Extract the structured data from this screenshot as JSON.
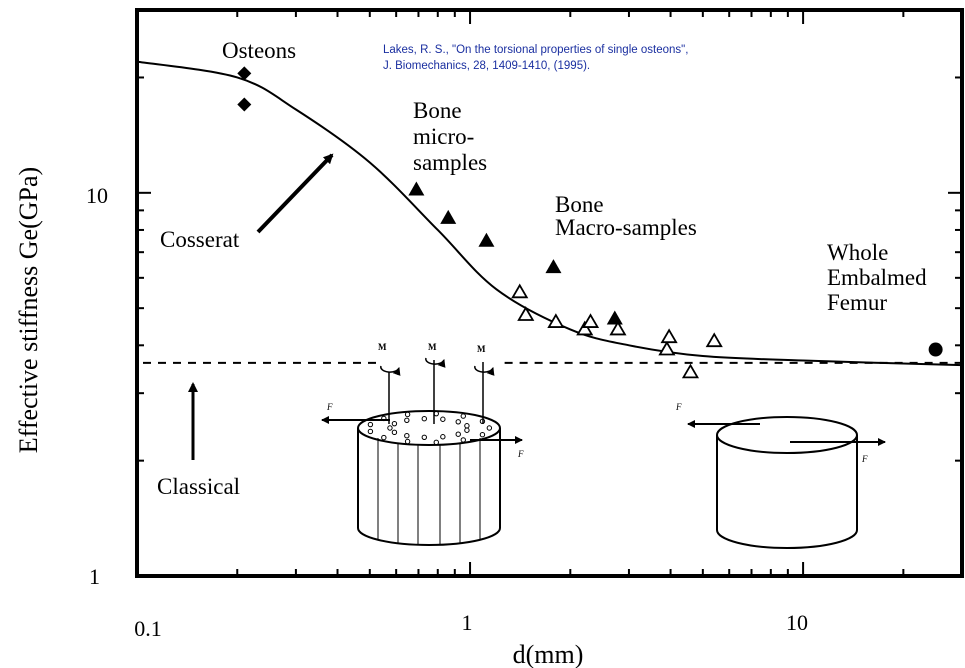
{
  "chart_data": {
    "type": "scatter",
    "xscale": "log",
    "yscale": "log",
    "xlim": [
      0.1,
      30
    ],
    "ylim": [
      1,
      30
    ],
    "xlabel": "d(mm)",
    "ylabel": "Effective stiffness Ge(GPa)",
    "xticks": [
      {
        "value": 0.1,
        "label": "0.1"
      },
      {
        "value": 1,
        "label": "1"
      },
      {
        "value": 10,
        "label": "10"
      }
    ],
    "yticks": [
      {
        "value": 1,
        "label": "1"
      },
      {
        "value": 10,
        "label": "10"
      }
    ],
    "citation": [
      "Lakes, R. S., \"On the torsional properties of single osteons\",",
      "J. Biomechanics, 28, 1409-1410, (1995)."
    ],
    "series": [
      {
        "marker": "diamond-filled",
        "points": [
          [
            0.21,
            20.5
          ],
          [
            0.21,
            17.0
          ]
        ]
      },
      {
        "marker": "triangle-filled",
        "points": [
          [
            0.69,
            10.2
          ],
          [
            0.86,
            8.6
          ],
          [
            1.12,
            7.5
          ],
          [
            1.78,
            6.4
          ],
          [
            2.72,
            4.7
          ]
        ]
      },
      {
        "marker": "triangle-open",
        "points": [
          [
            1.41,
            5.5
          ],
          [
            1.47,
            4.8
          ],
          [
            1.81,
            4.6
          ],
          [
            2.21,
            4.4
          ],
          [
            2.3,
            4.6
          ],
          [
            2.78,
            4.4
          ],
          [
            3.9,
            3.9
          ],
          [
            3.96,
            4.2
          ],
          [
            4.59,
            3.4
          ],
          [
            5.41,
            4.1
          ]
        ]
      },
      {
        "marker": "circle-filled",
        "points": [
          [
            25.0,
            3.9
          ]
        ]
      }
    ],
    "cosserat_curve": [
      [
        0.1,
        22.0
      ],
      [
        0.2,
        20.0
      ],
      [
        0.3,
        16.5
      ],
      [
        0.5,
        12.0
      ],
      [
        0.8,
        8.0
      ],
      [
        1.2,
        5.6
      ],
      [
        2.0,
        4.4
      ],
      [
        3.0,
        4.0
      ],
      [
        5.0,
        3.75
      ],
      [
        10.0,
        3.65
      ],
      [
        30.0,
        3.55
      ]
    ],
    "classical_level": 3.6,
    "annotations": {
      "osteons": [
        "Osteons"
      ],
      "bone_micro": [
        "Bone",
        "micro-",
        "samples"
      ],
      "bone_macro": [
        "Bone",
        "Macro-samples"
      ],
      "whole_femur": [
        "Whole",
        "Embalmed",
        "Femur"
      ],
      "cosserat": [
        "Cosserat"
      ],
      "classical": [
        "Classical"
      ]
    },
    "inset_labels": {
      "moment": "M",
      "force": "F"
    }
  }
}
